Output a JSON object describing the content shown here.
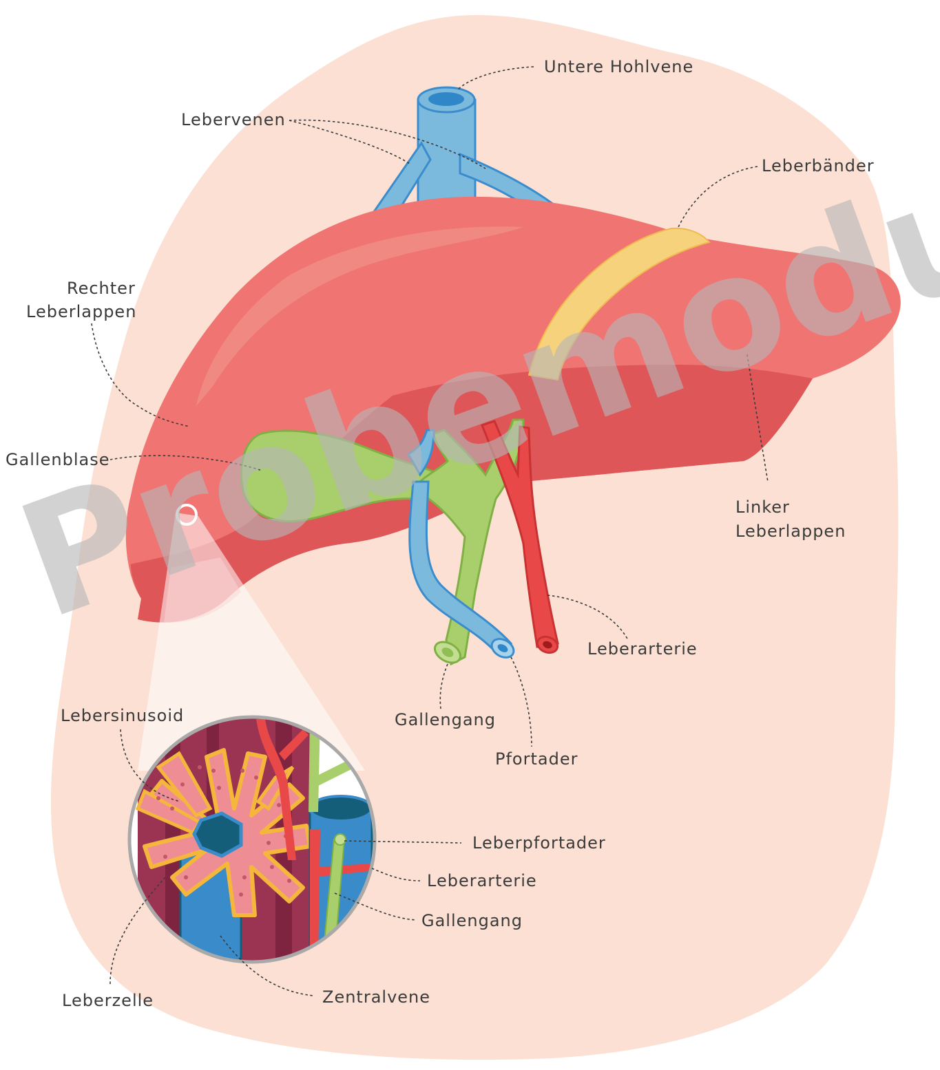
{
  "labels": {
    "untere_hohlvene": "Untere Hohlvene",
    "lebervenen": "Lebervenen",
    "leberbaender": "Leberbänder",
    "rechter_leberlappen_1": "Rechter",
    "rechter_leberlappen_2": "Leberlappen",
    "gallenblase": "Gallenblase",
    "linker_leberlappen_1": "Linker",
    "linker_leberlappen_2": "Leberlappen",
    "leberarterie": "Leberarterie",
    "gallengang": "Gallengang",
    "pfortader": "Pfortader",
    "lebersinusoid": "Lebersinusoid",
    "leberpfortader": "Leberpfortader",
    "detail_leberarterie": "Leberarterie",
    "detail_gallengang": "Gallengang",
    "leberzelle": "Leberzelle",
    "zentralvene": "Zentralvene"
  },
  "watermark": "Probemodul",
  "colors": {
    "background_blob": "#fbe0d3",
    "liver": "#ef7472",
    "liver_dark": "#de5658",
    "vein_blue": "#7bbadc",
    "vein_stroke": "#3b8ccc",
    "artery_red": "#e84848",
    "bile_green": "#a8cf6c",
    "ligament_yellow": "#f7d27c",
    "hepatocyte_pink": "#ee8e94",
    "sinusoid_yellow": "#f5b63c",
    "tissue_maroon": "#9b3452",
    "central_vein": "#3a8bc9",
    "central_vein_dark": "#155e79"
  }
}
